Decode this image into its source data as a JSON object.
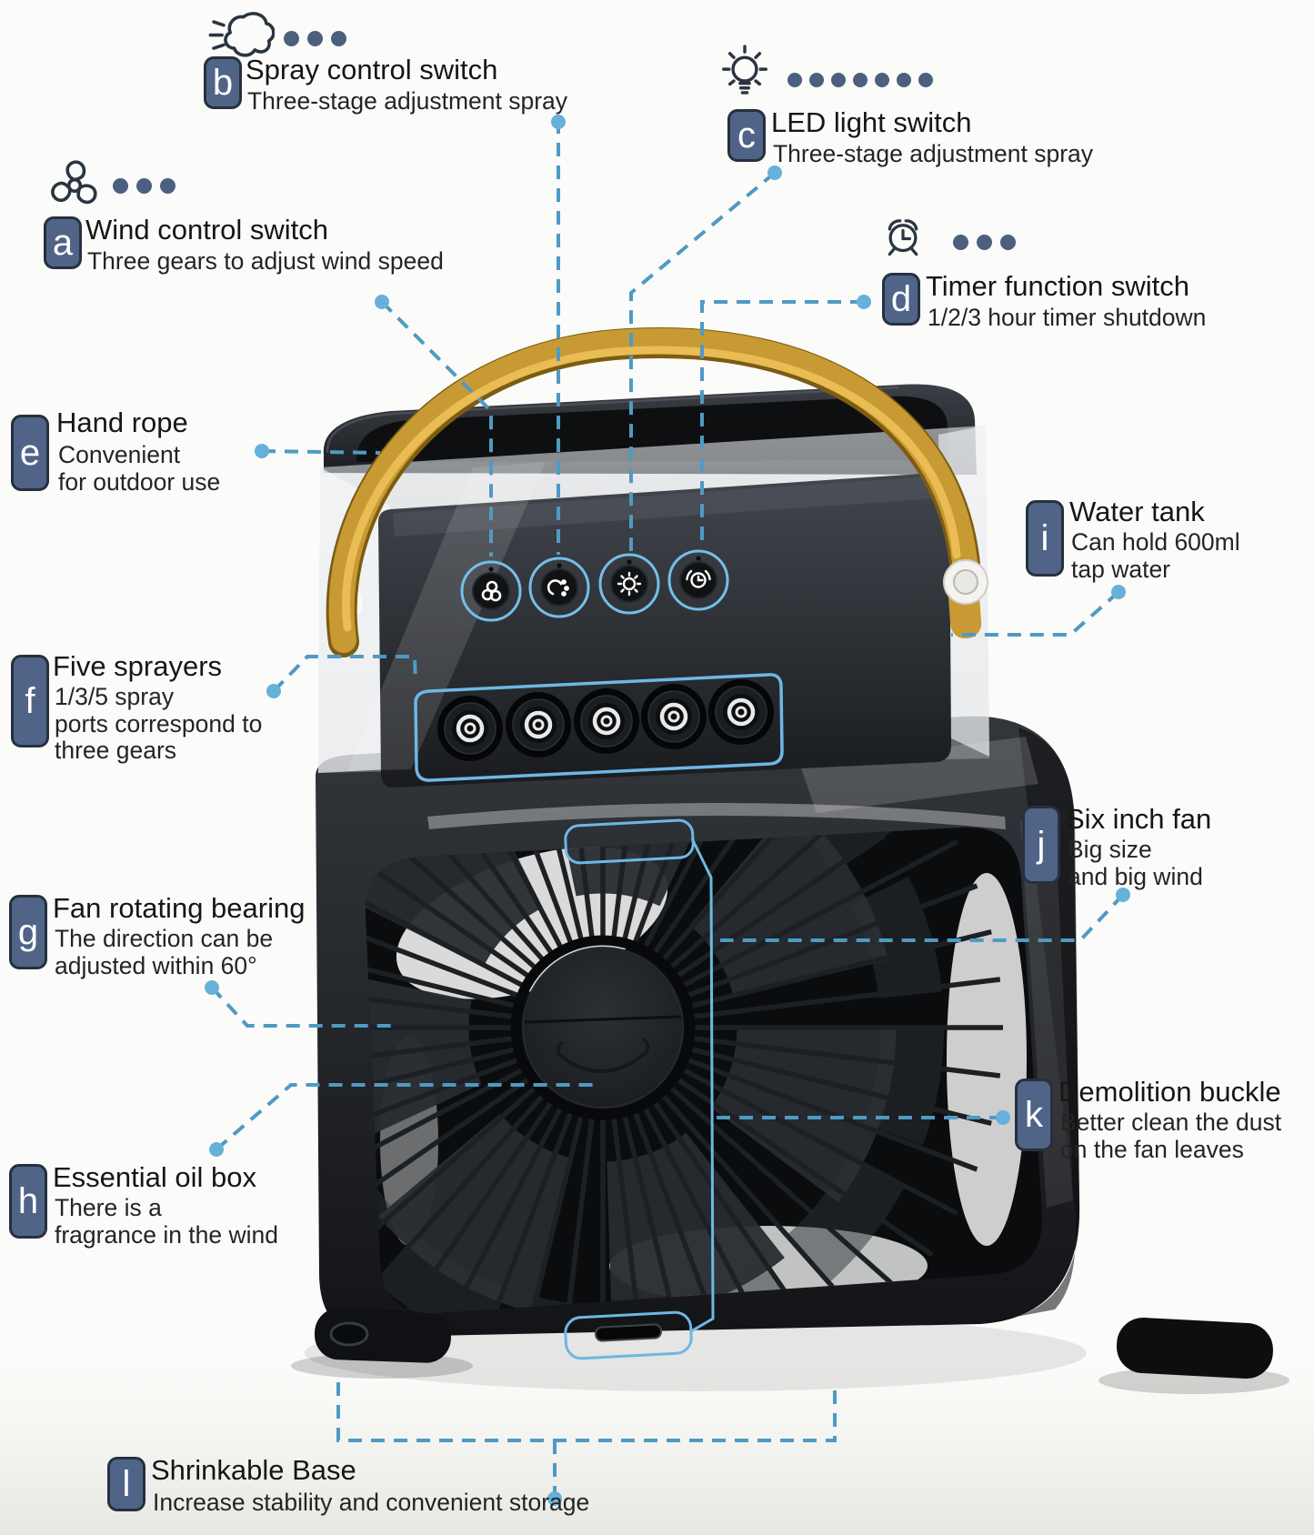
{
  "annotations": {
    "a": {
      "letter": "a",
      "icon": "fan-icon",
      "title": "Wind control switch",
      "lines": [
        "Three gears to adjust wind speed"
      ]
    },
    "b": {
      "letter": "b",
      "icon": "steam-icon",
      "title": "Spray control switch",
      "lines": [
        "Three-stage adjustment spray"
      ]
    },
    "c": {
      "letter": "c",
      "icon": "bulb-icon",
      "title": "LED light switch",
      "lines": [
        "Three-stage adjustment spray"
      ]
    },
    "d": {
      "letter": "d",
      "icon": "alarm-clock-icon",
      "title": "Timer function switch",
      "lines": [
        "1/2/3 hour timer shutdown"
      ]
    },
    "e": {
      "letter": "e",
      "title": "Hand rope",
      "lines": [
        "Convenient",
        "for outdoor use"
      ]
    },
    "f": {
      "letter": "f",
      "title": "Five sprayers",
      "lines": [
        "1/3/5 spray",
        "ports correspond to",
        "three gears"
      ]
    },
    "g": {
      "letter": "g",
      "title": "Fan rotating bearing",
      "lines": [
        "The direction can be",
        "adjusted within 60°"
      ]
    },
    "h": {
      "letter": "h",
      "title": "Essential oil box",
      "lines": [
        "There is a",
        "fragrance in the wind"
      ]
    },
    "i": {
      "letter": "i",
      "title": "Water tank",
      "lines": [
        "Can hold 600ml",
        "tap water"
      ]
    },
    "j": {
      "letter": "j",
      "title": "Six inch fan",
      "lines": [
        "Big size",
        "and big wind"
      ]
    },
    "k": {
      "letter": "k",
      "title": "Demolition buckle",
      "lines": [
        "Better clean the dust",
        "on the fan leaves"
      ]
    },
    "l": {
      "letter": "l",
      "title": "Shrinkable Base",
      "lines": [
        "Increase stability and convenient storage"
      ]
    }
  },
  "colors": {
    "accent_highlight_blue": "#6db8e4",
    "leader_line_blue": "#4f9ac4",
    "badge_slate": "#4f6487",
    "handle_gold": "#c89a33",
    "body_black": "#17191c"
  }
}
